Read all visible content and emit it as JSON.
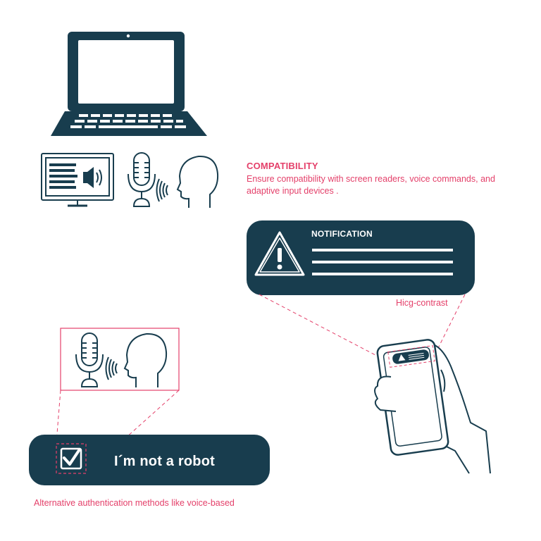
{
  "colors": {
    "navy": "#183d4e",
    "accent": "#e4406a",
    "white": "#ffffff"
  },
  "compatibility": {
    "title": "COMPATIBILITY",
    "body": "Ensure compatibility with screen readers, voice commands, and adaptive input devices ."
  },
  "notification": {
    "title": "NOTIFICATION",
    "icon": "warning-icon"
  },
  "contrast_label": "Hicg-contrast",
  "captcha": {
    "label": "I´m not a robot",
    "checked": true
  },
  "alt_caption": "Alternative authentication methods like voice-based",
  "icons": [
    "laptop-icon",
    "monitor-audio-icon",
    "microphone-icon",
    "speaking-head-icon",
    "phone-hand-icon",
    "checkbox-icon"
  ]
}
